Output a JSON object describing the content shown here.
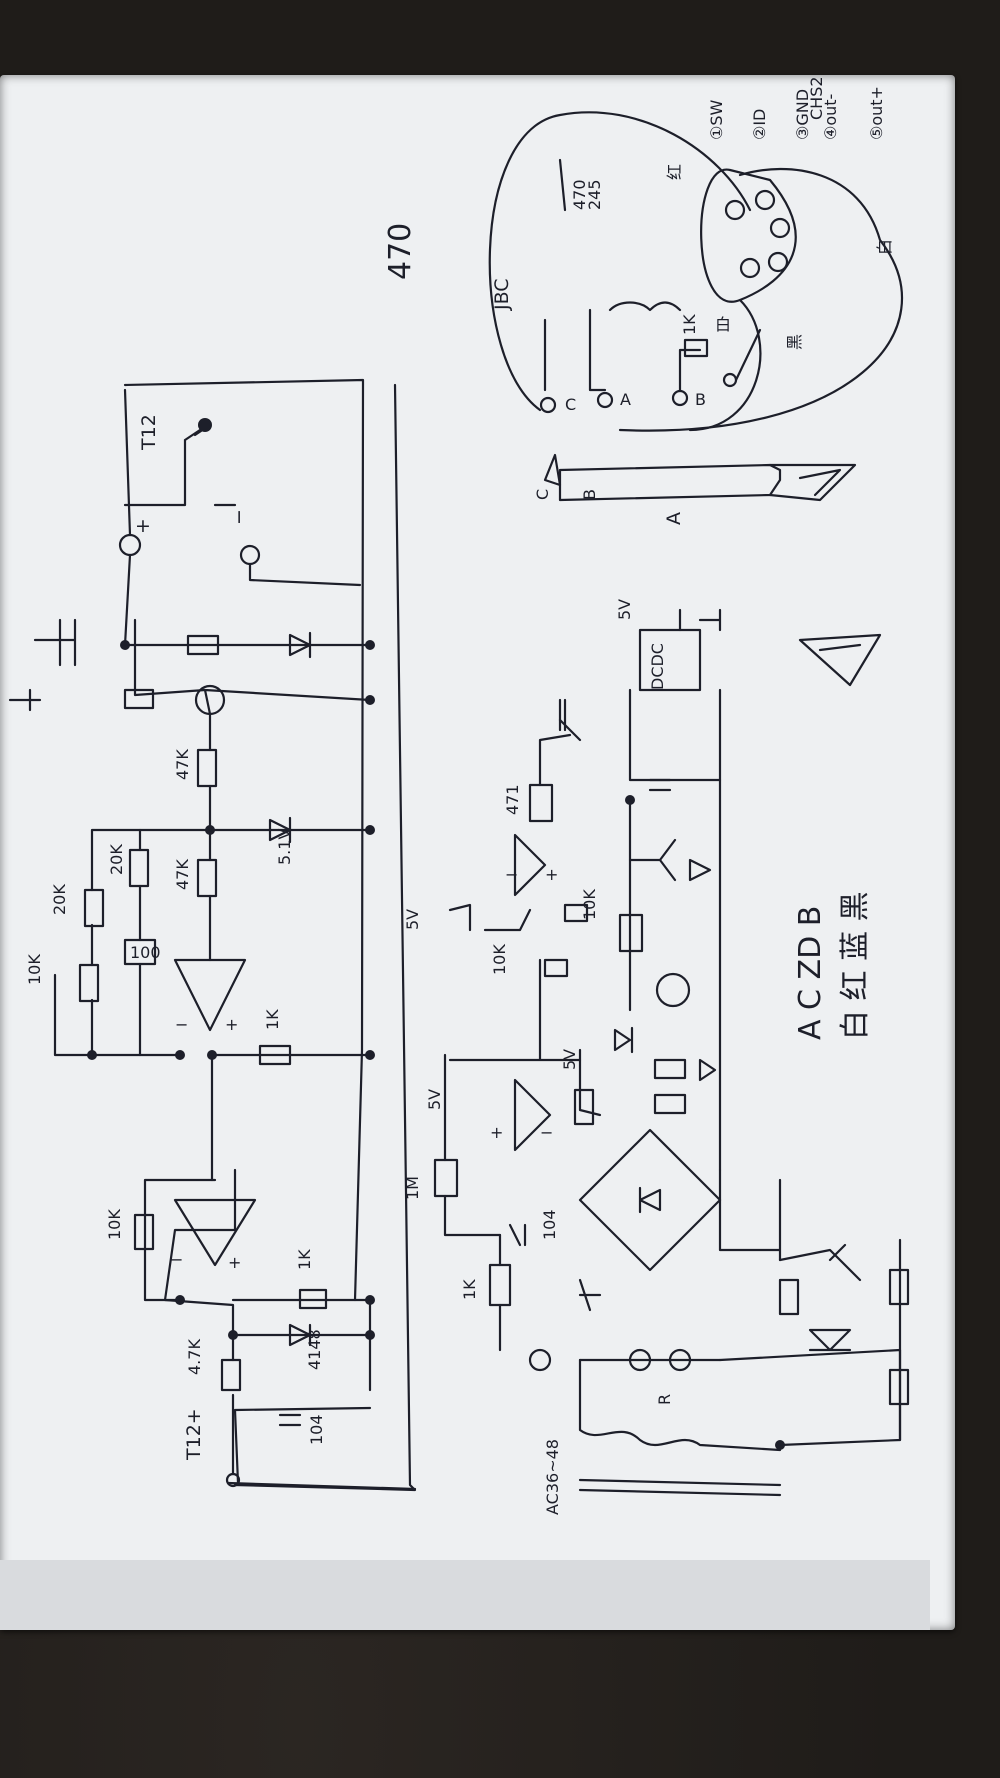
{
  "labels": {
    "t12_plus": "T12+",
    "r_4k7_in": "4.7K",
    "c_104": "104",
    "d_4148": "4148",
    "r_1k_a": "1K",
    "r_10k_fb": "10K",
    "r_1k_b": "1K",
    "r_10k_pot": "10K",
    "r_20k_a": "20K",
    "r_20k_b": "20K",
    "pot_100": "100",
    "r_47k_a": "47K",
    "r_47k_b": "47K",
    "zener_5v1": "5.1V",
    "plus_term": "+",
    "minus_term": "−",
    "t12": "T12",
    "val_470": "470",
    "jbc": "JBC",
    "jbc_470": "470",
    "jbc_245": "245",
    "pin_c": "C",
    "pin_a": "A",
    "pin_b": "B",
    "r_1k_c": "1K",
    "pin_sw": "①SW",
    "pin_id": "②ID",
    "pin_gnd": "③GND",
    "pin_chs2": "CHS2",
    "pin_out_minus": "④out-",
    "pin_out_plus": "⑤out+",
    "red": "红",
    "black": "黑",
    "white": "白",
    "tip_c": "C",
    "tip_b": "B",
    "tip_a": "A",
    "v5_a": "5V",
    "v5_b": "5V",
    "v5_c": "5V",
    "v5_d": "5V",
    "dcdc": "DCDC",
    "r_471": "471",
    "r_10k_c": "10K",
    "r_10k_d": "10K",
    "r_1m": "1M",
    "r_1k_d": "1K",
    "c_104_b": "104",
    "ac_input": "AC36~48",
    "r_label": "R",
    "legend_top": "A  C  ZD  B",
    "legend_bottom": "白  红  蓝  黑"
  }
}
